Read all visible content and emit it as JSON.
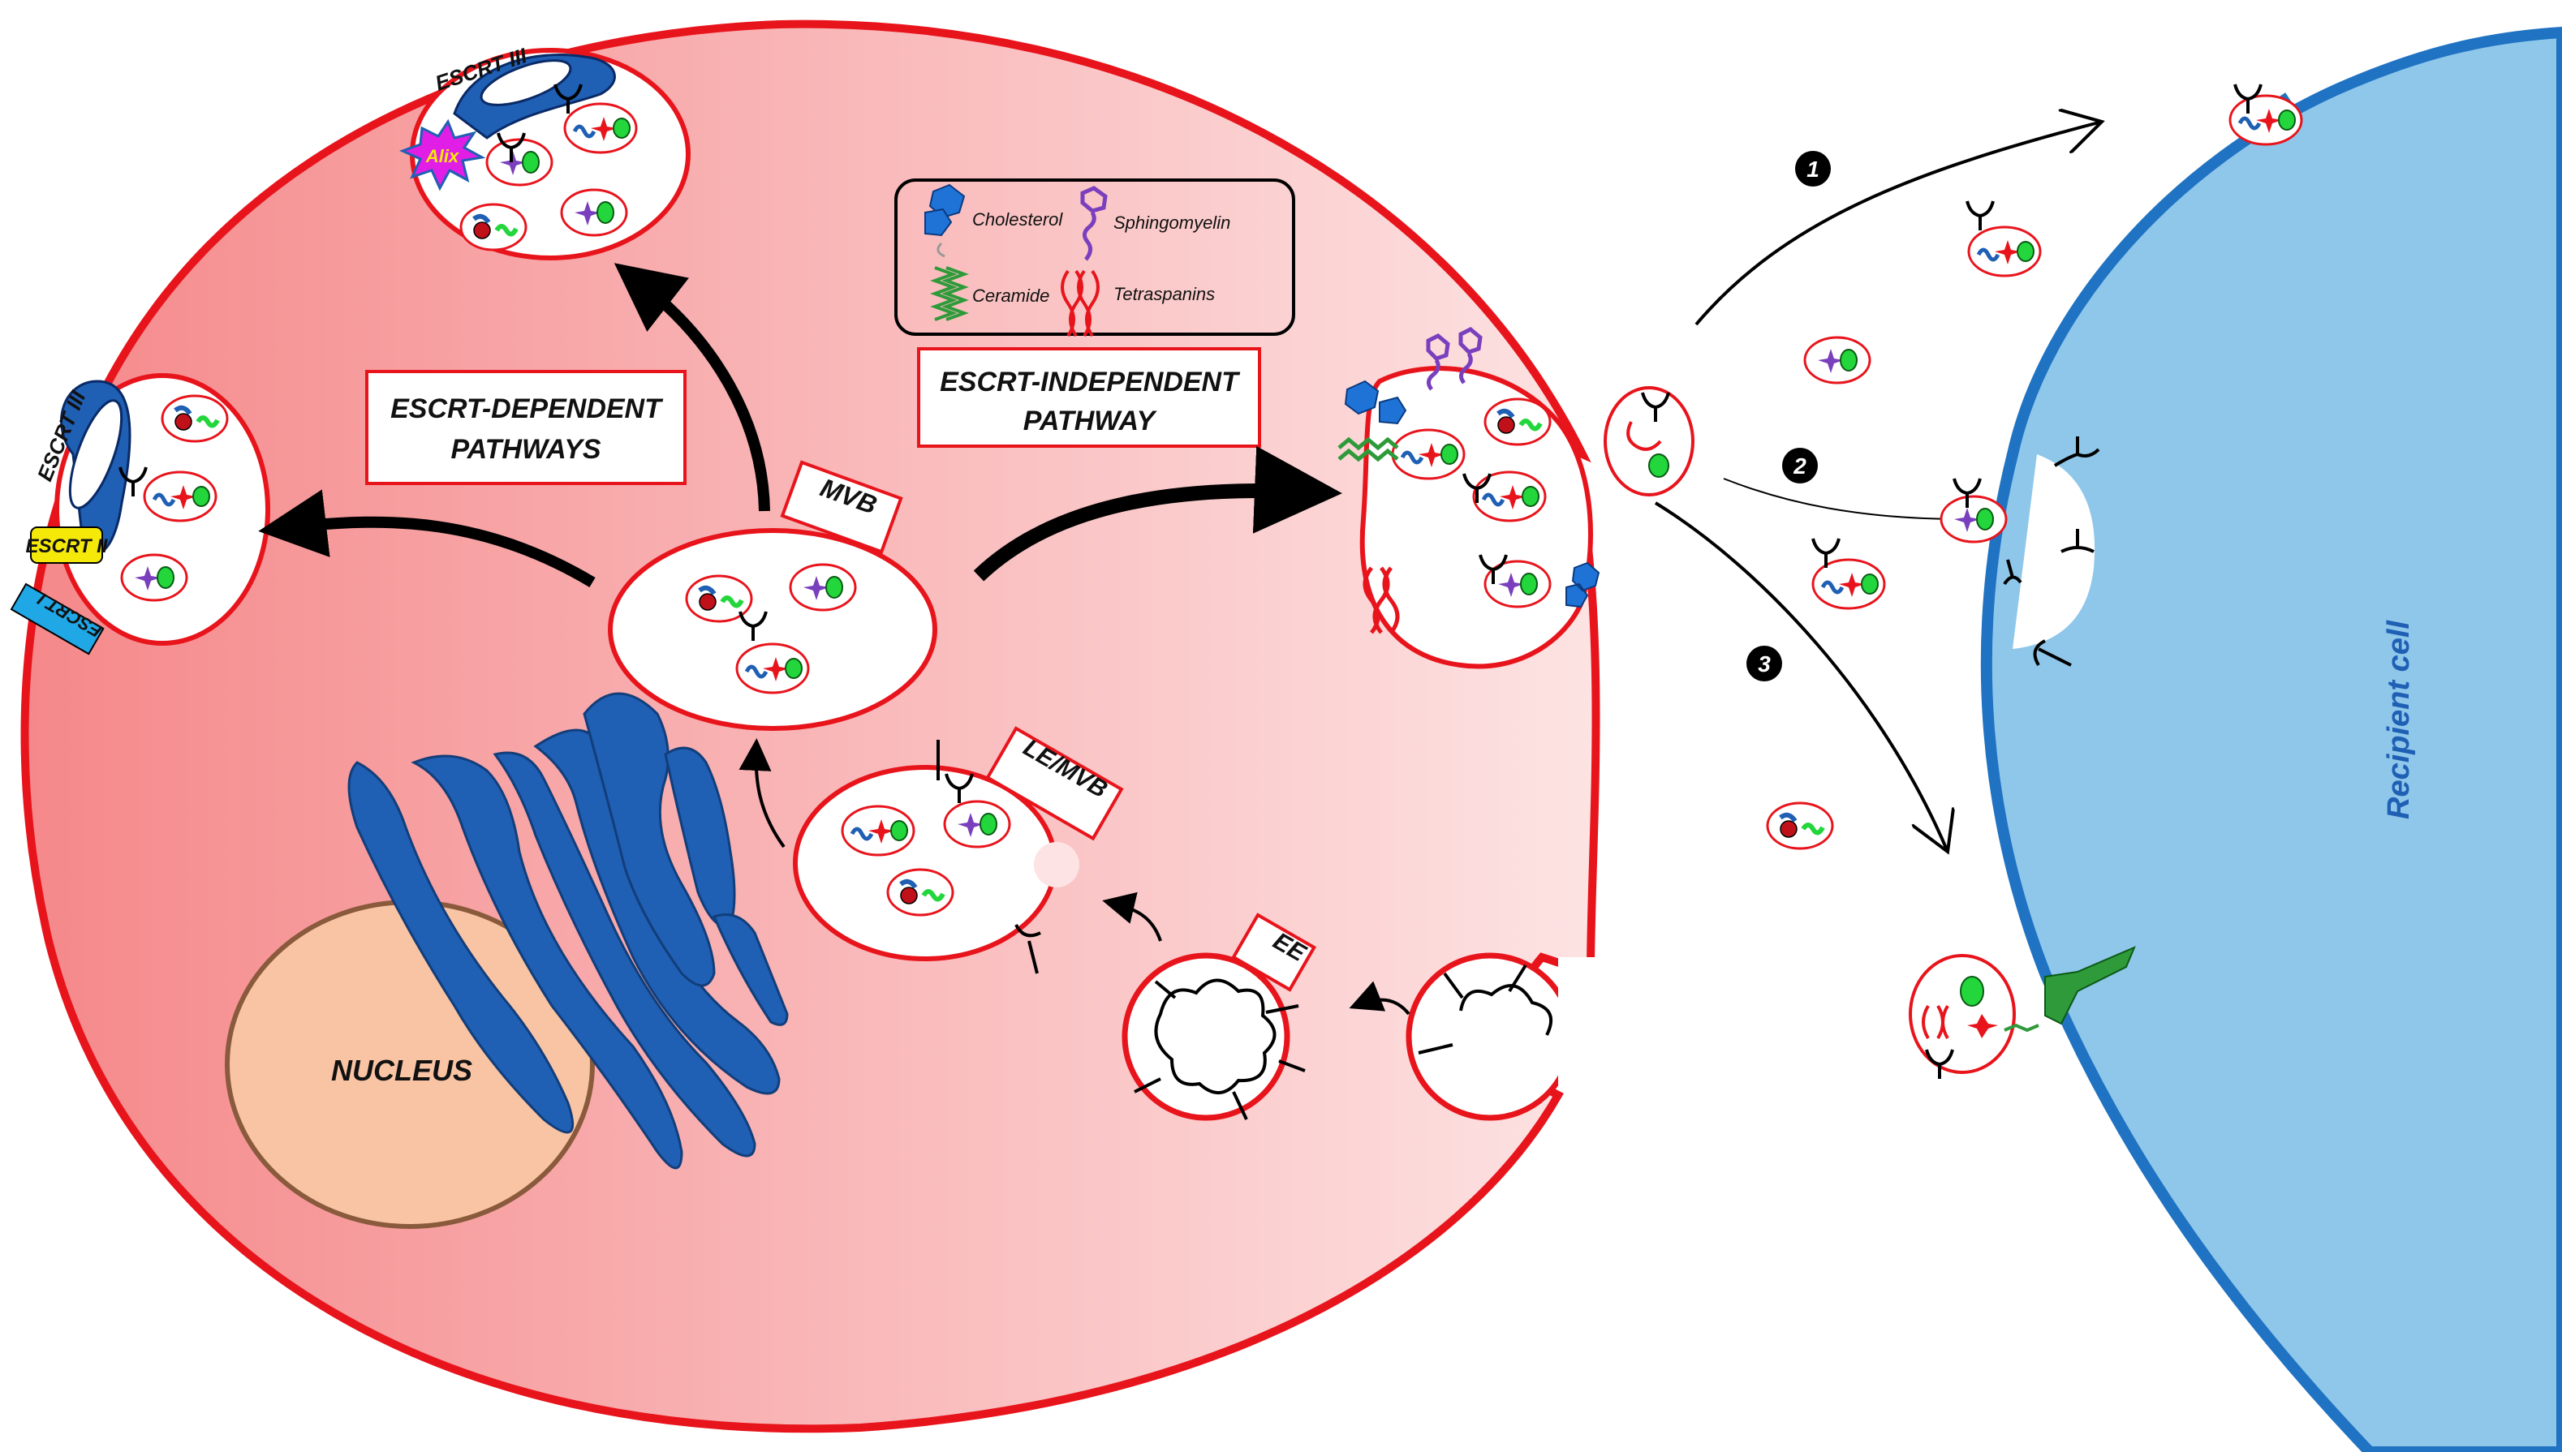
{
  "labels": {
    "escrt_iii_top": "ESCRT III",
    "alix": "Alix",
    "escrt_iii_left": "ESCRT III",
    "escrt_ii": "ESCRT II",
    "escrt_i": "ESCRT I",
    "escrt_dependent_line1": "ESCRT-DEPENDENT",
    "escrt_dependent_line2": "PATHWAYS",
    "escrt_independent_line1": "ESCRT-INDEPENDENT",
    "escrt_independent_line2": "PATHWAY",
    "mvb": "MVB",
    "le_mvb": "LE/MVB",
    "ee": "EE",
    "nucleus": "NUCLEUS",
    "recipient_cell": "Recipient cell"
  },
  "legend": {
    "cholesterol": "Cholesterol",
    "sphingomyelin": "Sphingomyelin",
    "ceramide": "Ceramide",
    "tetraspanins": "Tetraspanins"
  },
  "steps": [
    "1",
    "2",
    "3"
  ],
  "colors": {
    "cell_fill_dark": "#f5888a",
    "cell_fill_light": "#fde3e3",
    "membrane_red": "#e8141c",
    "recipient_fill": "#8ec7ea",
    "recipient_edge": "#1f73c2",
    "nucleus_fill": "#f9c4a4",
    "golgi_blue": "#1f5fb4",
    "escrt_blue": "#1f5fb4",
    "escrt_ii_yellow": "#f5e90a",
    "escrt_i_cyan": "#1fa7e6",
    "alix_magenta": "#e11ee6",
    "cargo_green": "#22d63b",
    "cargo_purple": "#7a3fbd"
  }
}
